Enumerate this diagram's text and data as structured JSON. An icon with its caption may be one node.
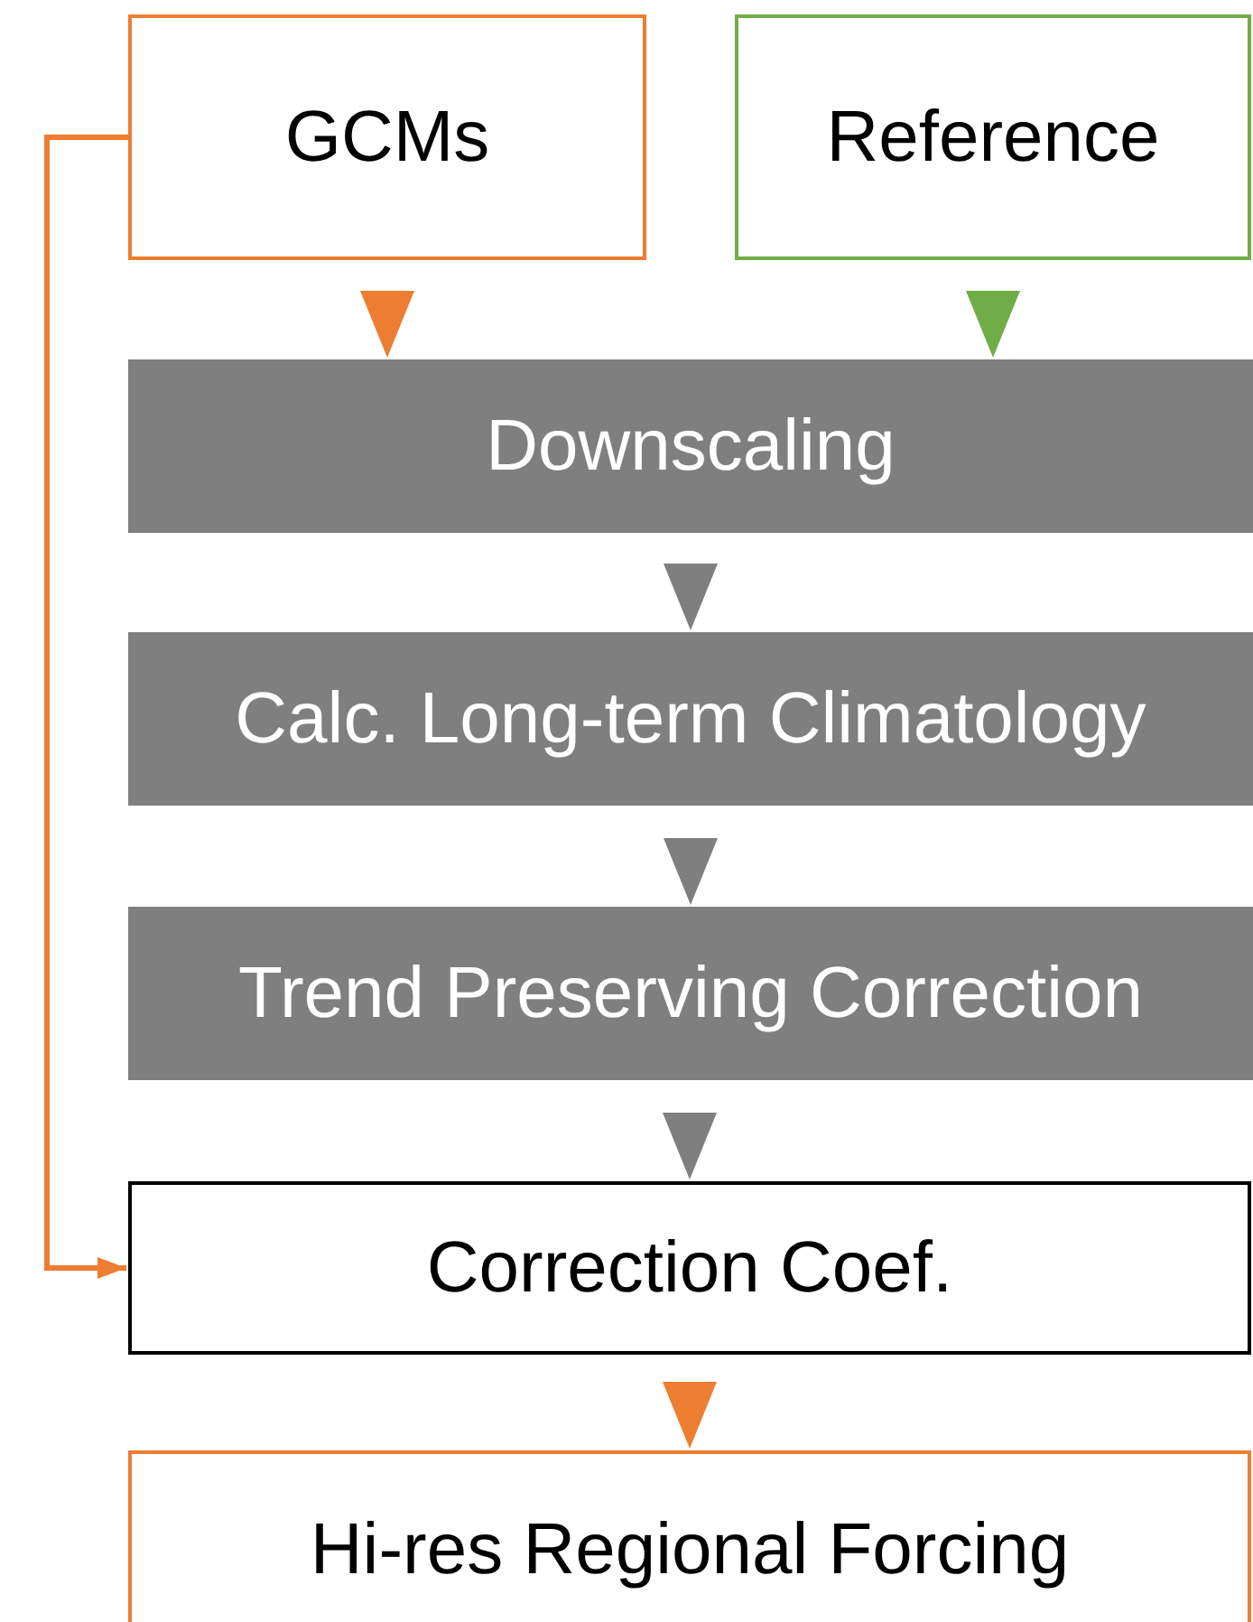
{
  "diagram": {
    "nodes": [
      {
        "text": [
          "GCMs"
        ]
      },
      {
        "text": [
          "Reference"
        ]
      },
      {
        "text": [
          "Downscaling"
        ]
      },
      {
        "text": [
          "Calc. Long-term Climatology"
        ]
      },
      {
        "text": [
          "Trend Preserving Correction"
        ]
      },
      {
        "text": [
          "Correction Coef."
        ]
      },
      {
        "text": [
          "Hi-res Regional Forcing"
        ]
      }
    ],
    "edges": [
      {
        "from": 0,
        "to": 2,
        "arrow": "to"
      },
      {
        "from": 1,
        "to": 2,
        "arrow": "to",
        "color": "#70ad47"
      },
      {
        "from": 2,
        "to": 3,
        "arrow": "to",
        "color": "#7f7f7f"
      },
      {
        "from": 3,
        "to": 4,
        "arrow": "to",
        "color": "#7f7f7f"
      },
      {
        "from": 4,
        "to": 5,
        "arrow": "to",
        "color": "#7f7f7f"
      },
      {
        "from": 0,
        "to": 5,
        "arrow": "to"
      },
      {
        "from": 5,
        "to": 6,
        "arrow": "to"
      }
    ]
  }
}
